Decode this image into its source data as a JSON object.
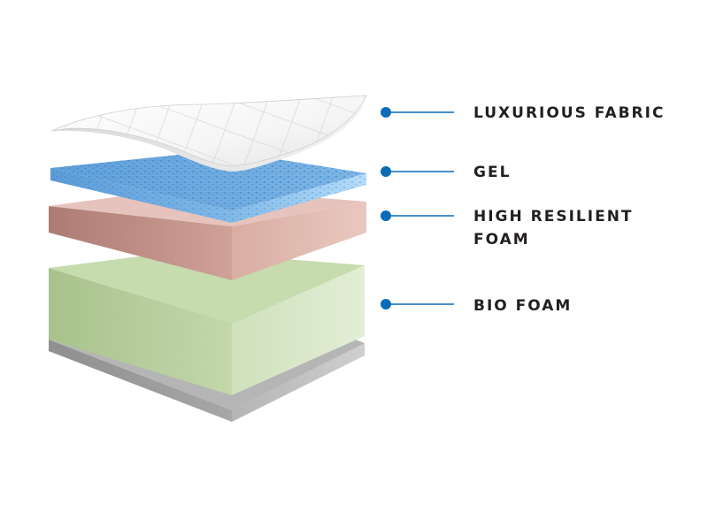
{
  "layers": [
    {
      "id": "fabric",
      "label": "LUXURIOUS FABRIC"
    },
    {
      "id": "gel",
      "label": "GEL"
    },
    {
      "id": "hr-foam",
      "label_lines": [
        "HIGH RESILIENT",
        "FOAM"
      ]
    },
    {
      "id": "bio-foam",
      "label": "BIO FOAM"
    }
  ],
  "colors": {
    "callout": "#0a6cb5",
    "label_text": "#231f20",
    "fabric": "#f4f4f4",
    "gel_top": "#6aa6dc",
    "gel_side": "#5e9fd8",
    "gel_side_light": "#a8d6f5",
    "hr_foam_front": "#b8867e",
    "hr_foam_top": "#e7c6c0",
    "hr_foam_side": "#dbb1a6",
    "bio_foam_front": "#b2c996",
    "bio_foam_top": "#c8dcb1",
    "bio_foam_side": "#d6e6c4",
    "base_front": "#9a9a9a",
    "base_side": "#b9b9b9"
  }
}
